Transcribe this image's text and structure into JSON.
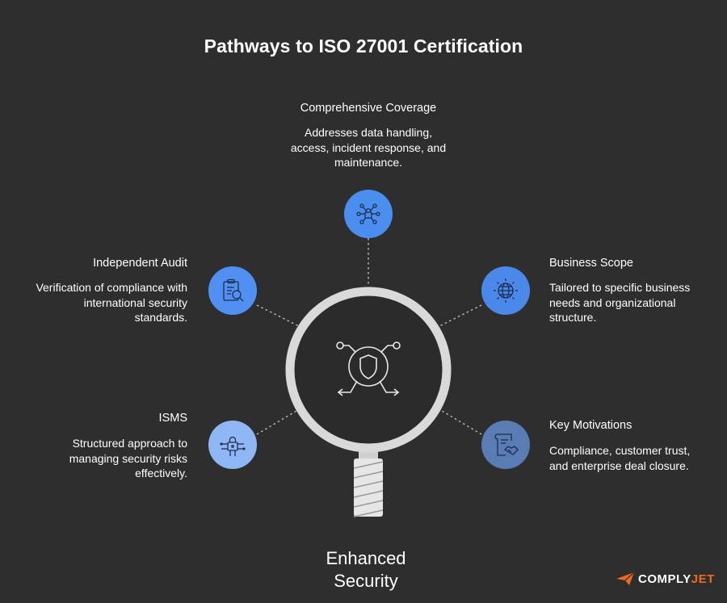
{
  "title": "Pathways to ISO 27001 Certification",
  "colors": {
    "background": "#2e2e2e",
    "blue_bright": "#4a8ef0",
    "blue_light": "#8fb7f5",
    "blue_muted": "#5a7cb5",
    "lens_ring": "#d8d8d8",
    "handle": "#e0e0e0",
    "brand_accent": "#f26a21"
  },
  "center": {
    "label_line1": "Enhanced",
    "label_line2": "Security",
    "icon": "shield-network-icon"
  },
  "nodes": [
    {
      "id": "comprehensive-coverage",
      "heading": "Comprehensive Coverage",
      "desc_lines": [
        "Addresses data handling,",
        "access, incident response, and",
        "maintenance."
      ],
      "icon": "network-lock-icon"
    },
    {
      "id": "independent-audit",
      "heading": "Independent Audit",
      "desc_lines": [
        "Verification of compliance with",
        "international security",
        "standards."
      ],
      "icon": "clipboard-search-icon"
    },
    {
      "id": "business-scope",
      "heading": "Business Scope",
      "desc_lines": [
        "Tailored to specific business",
        "needs and organizational",
        "structure."
      ],
      "icon": "globe-icon"
    },
    {
      "id": "isms",
      "heading": "ISMS",
      "desc_lines": [
        "Structured approach to",
        "managing security risks",
        "effectively."
      ],
      "icon": "circuit-lock-icon"
    },
    {
      "id": "key-motivations",
      "heading": "Key Motivations",
      "desc_lines": [
        "Compliance, customer trust,",
        "and enterprise deal closure."
      ],
      "icon": "contract-handshake-icon"
    }
  ],
  "brand": {
    "part1": "COMPLY",
    "part2": "JET",
    "icon": "paper-plane-icon"
  }
}
